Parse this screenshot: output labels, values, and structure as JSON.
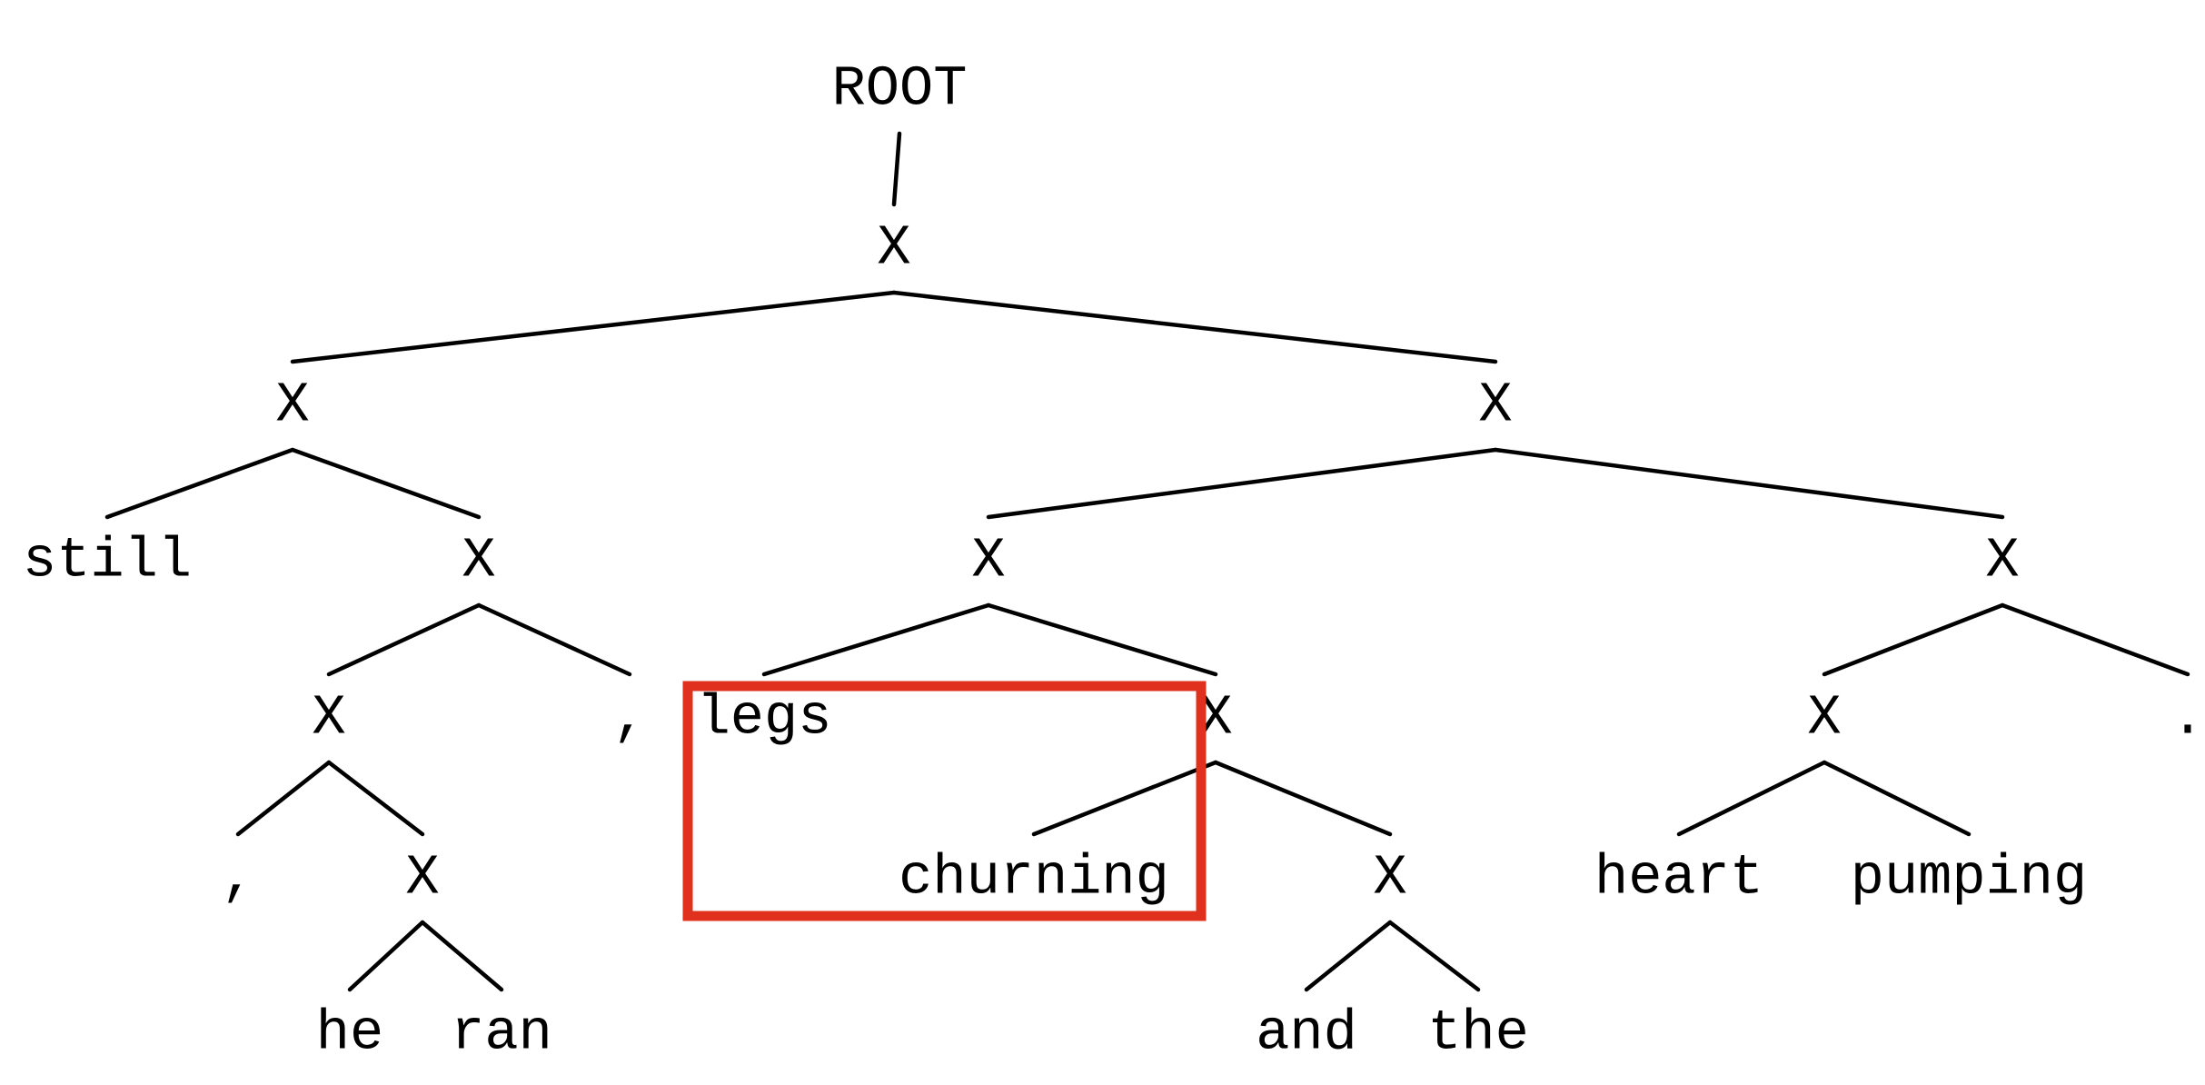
{
  "tree": {
    "root_label": "ROOT",
    "nodes": [
      {
        "id": "root",
        "label": "ROOT",
        "parent": null
      },
      {
        "id": "n1",
        "label": "X",
        "parent": "root"
      },
      {
        "id": "n2",
        "label": "X",
        "parent": "n1"
      },
      {
        "id": "n3",
        "label": "X",
        "parent": "n1"
      },
      {
        "id": "n4",
        "label": "still",
        "parent": "n2"
      },
      {
        "id": "n5",
        "label": "X",
        "parent": "n2"
      },
      {
        "id": "n6",
        "label": "X",
        "parent": "n5"
      },
      {
        "id": "n7",
        "label": ",",
        "parent": "n5"
      },
      {
        "id": "n8",
        "label": ",",
        "parent": "n6"
      },
      {
        "id": "n9",
        "label": "X",
        "parent": "n6"
      },
      {
        "id": "n10",
        "label": "he",
        "parent": "n9"
      },
      {
        "id": "n11",
        "label": "ran",
        "parent": "n9"
      },
      {
        "id": "n12",
        "label": "X",
        "parent": "n3"
      },
      {
        "id": "n13",
        "label": "X",
        "parent": "n3"
      },
      {
        "id": "n14",
        "label": "legs",
        "parent": "n12"
      },
      {
        "id": "n15",
        "label": "X",
        "parent": "n12"
      },
      {
        "id": "n16",
        "label": "churning",
        "parent": "n15"
      },
      {
        "id": "n17",
        "label": "X",
        "parent": "n15"
      },
      {
        "id": "n18",
        "label": "and",
        "parent": "n17"
      },
      {
        "id": "n19",
        "label": "the",
        "parent": "n17"
      },
      {
        "id": "n20",
        "label": "X",
        "parent": "n13"
      },
      {
        "id": "n21",
        "label": ".",
        "parent": "n13"
      },
      {
        "id": "n22",
        "label": "heart",
        "parent": "n20"
      },
      {
        "id": "n23",
        "label": "pumping",
        "parent": "n20"
      }
    ]
  },
  "highlight": {
    "color": "#e0301e",
    "covers": [
      "legs",
      "churning"
    ]
  },
  "colors": {
    "edge": "#000000",
    "text": "#000000",
    "background": "#ffffff"
  }
}
